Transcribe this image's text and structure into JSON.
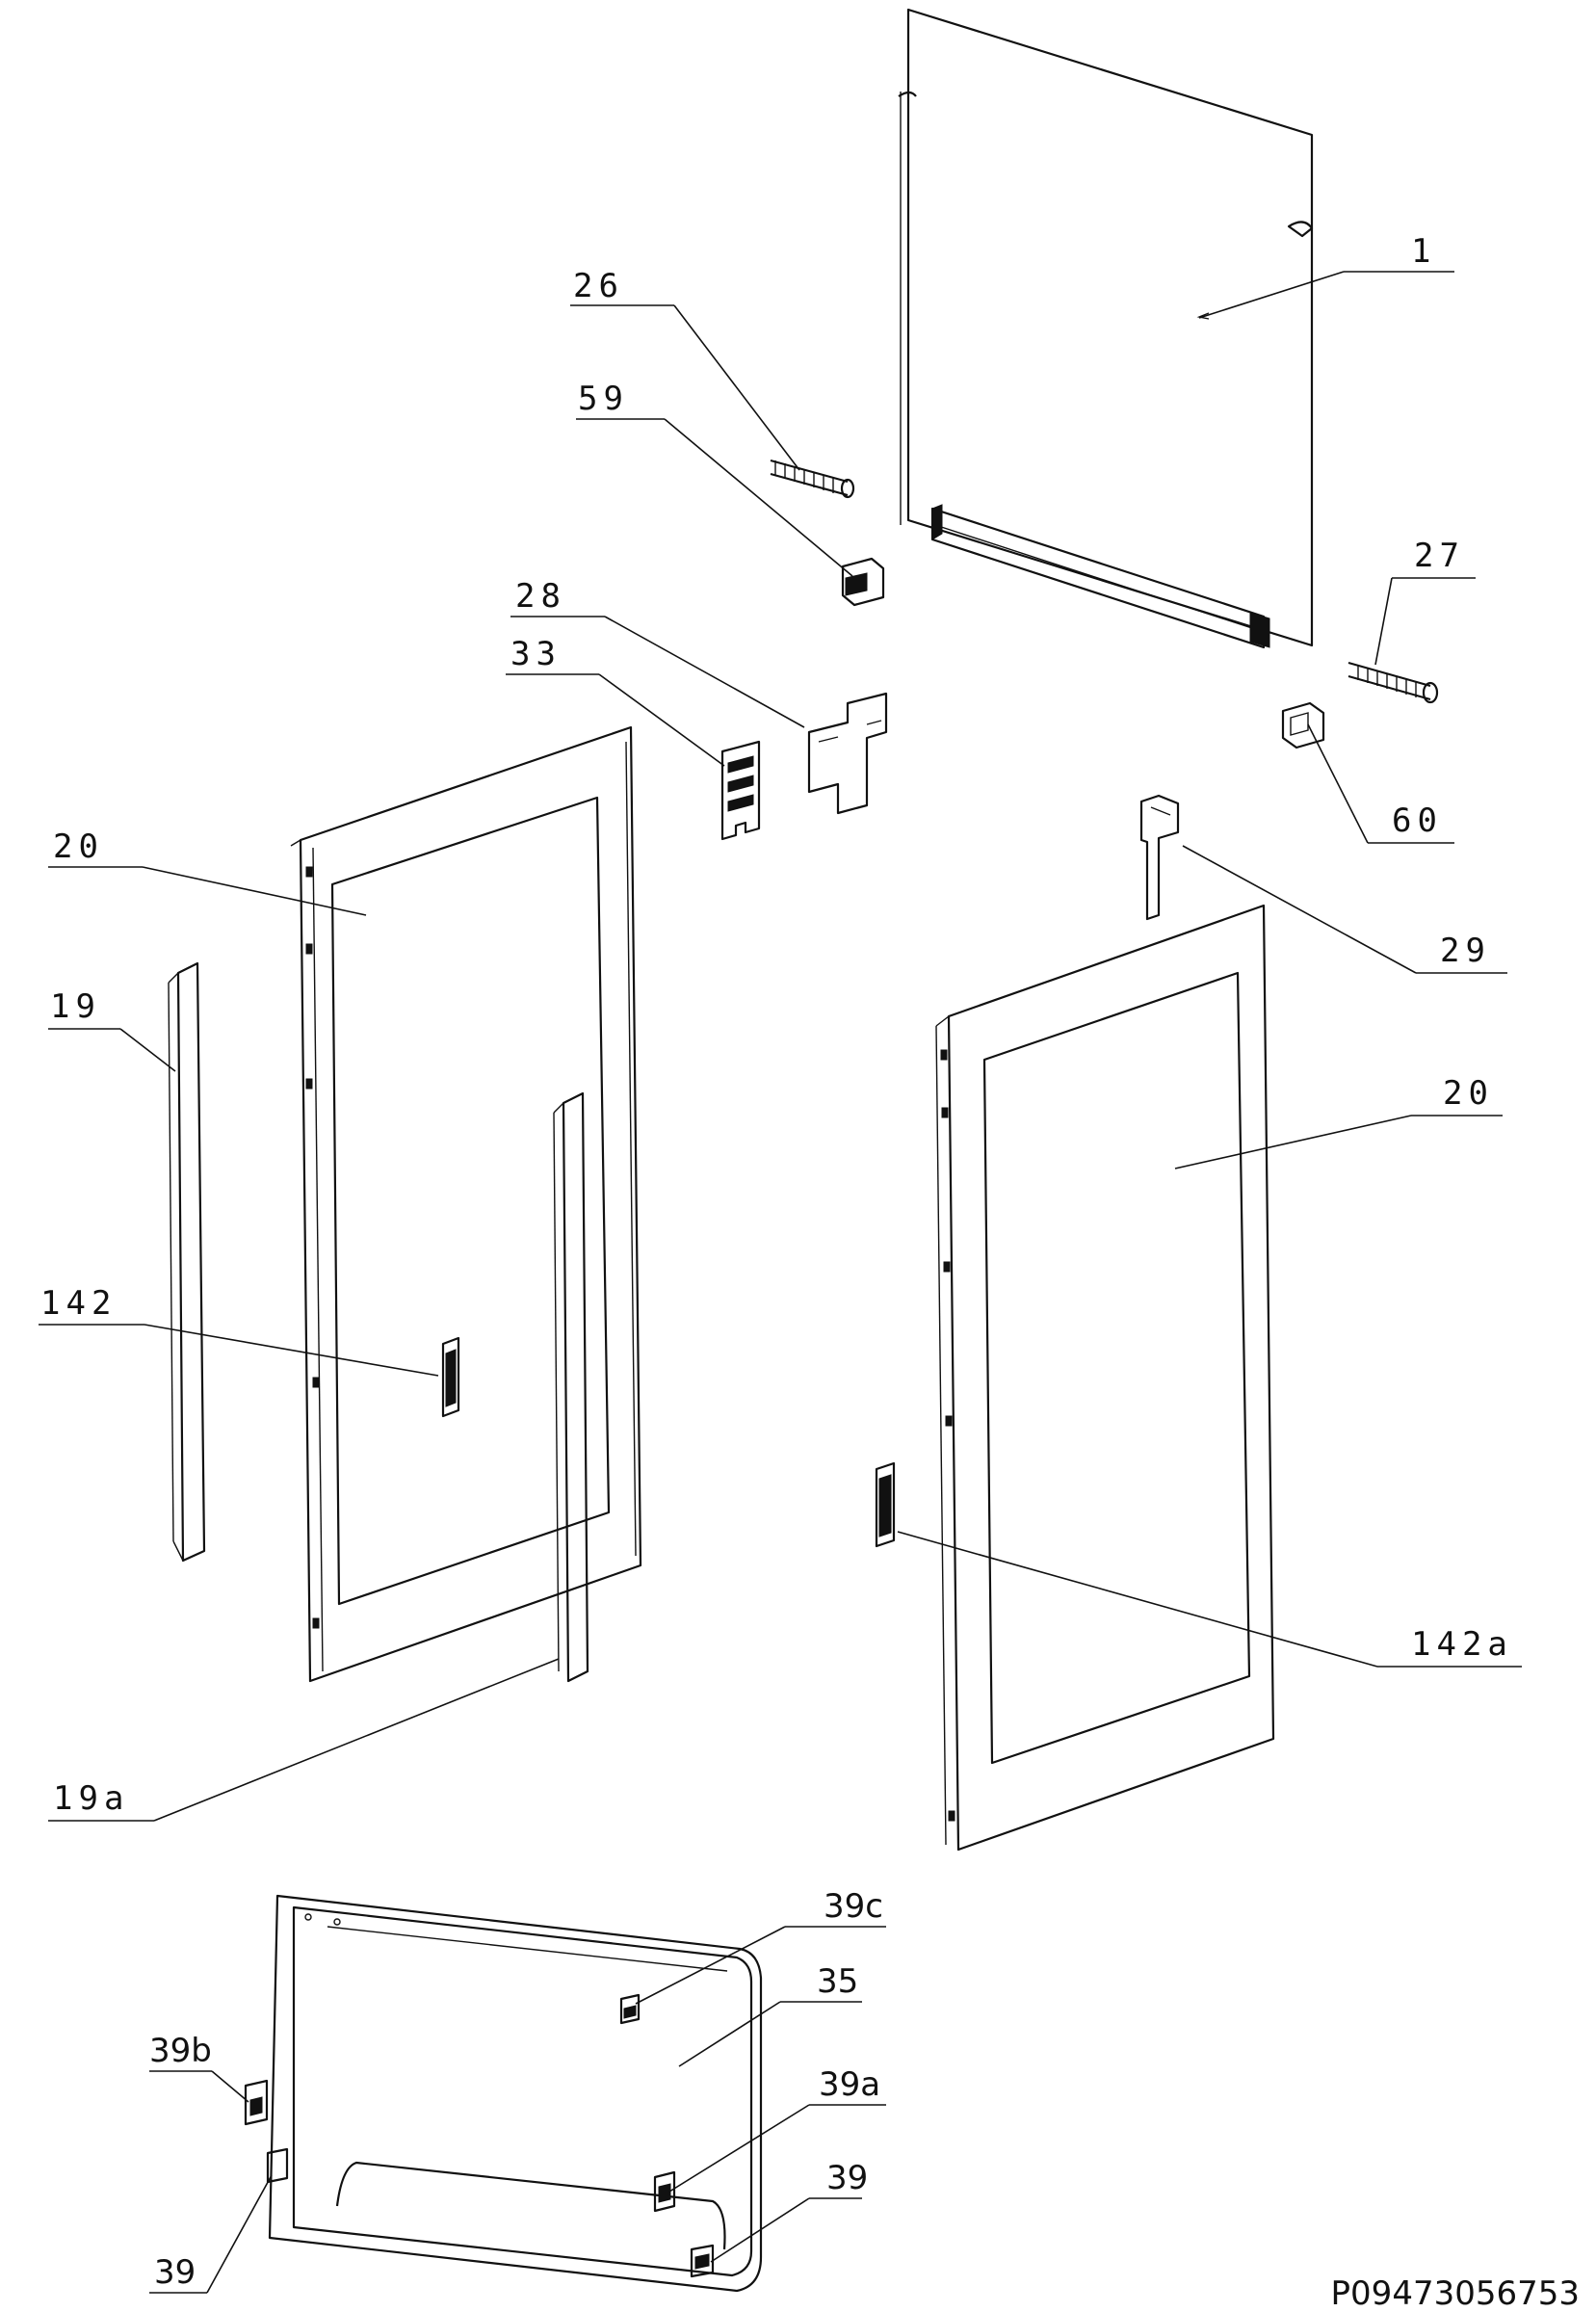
{
  "drawing_code": "P09473056753",
  "callouts": [
    {
      "id": "1",
      "label": "1"
    },
    {
      "id": "26",
      "label": "26"
    },
    {
      "id": "59",
      "label": "59"
    },
    {
      "id": "27",
      "label": "27"
    },
    {
      "id": "28",
      "label": "28"
    },
    {
      "id": "33",
      "label": "33"
    },
    {
      "id": "60",
      "label": "60"
    },
    {
      "id": "20-left",
      "label": "20"
    },
    {
      "id": "29",
      "label": "29"
    },
    {
      "id": "19",
      "label": "19"
    },
    {
      "id": "20-right",
      "label": "20"
    },
    {
      "id": "142",
      "label": "142"
    },
    {
      "id": "142a",
      "label": "142a"
    },
    {
      "id": "19a",
      "label": "19a"
    },
    {
      "id": "39c",
      "label": "39c"
    },
    {
      "id": "35",
      "label": "35"
    },
    {
      "id": "39b",
      "label": "39b"
    },
    {
      "id": "39a",
      "label": "39a"
    },
    {
      "id": "39-right",
      "label": "39"
    },
    {
      "id": "39-left",
      "label": "39"
    }
  ]
}
